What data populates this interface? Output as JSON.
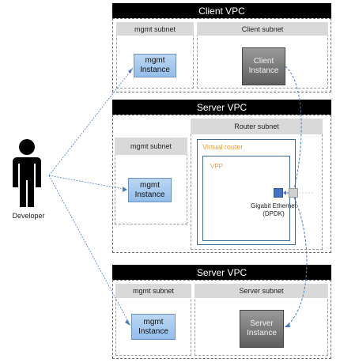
{
  "client_vpc": {
    "title": "Client VPC",
    "mgmt_subnet": {
      "label": "mgmt subnet",
      "instance": [
        "mgmt",
        "Instance"
      ]
    },
    "client_subnet": {
      "label": "Client subnet",
      "instance": [
        "Client",
        "Instance"
      ]
    }
  },
  "server_vpc_router": {
    "title": "Server VPC",
    "mgmt_subnet": {
      "label": "mgmt subnet",
      "instance": [
        "mgmt",
        "Instance"
      ]
    },
    "router_subnet": {
      "label": "Router subnet",
      "virtual_router": "Virtual router",
      "vpp": "VPP",
      "nic": [
        "Gigabit Ethernet",
        "(DPDK)"
      ]
    }
  },
  "server_vpc": {
    "title": "Server VPC",
    "mgmt_subnet": {
      "label": "mgmt subnet",
      "instance": [
        "mgmt",
        "Instance"
      ]
    },
    "server_subnet": {
      "label": "Server subnet",
      "instance": [
        "Server",
        "Instance"
      ]
    }
  },
  "developer": {
    "label": "Developer",
    "icon": "person-icon"
  },
  "colors": {
    "header": "#000000",
    "mgmt_instance": "#a9cbee",
    "dark_instance": "#6e6e6e",
    "router_border": "#3f6b9a",
    "virtual_router_label": "#f0a030",
    "connector": "#4a7cc4",
    "nic_active": "#4472c4",
    "nic_inactive": "#d0d0d0"
  }
}
